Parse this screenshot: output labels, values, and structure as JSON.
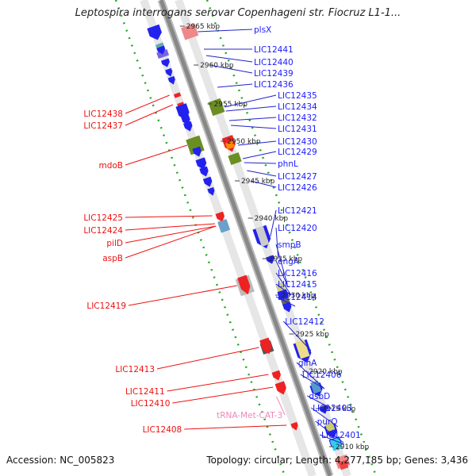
{
  "title": "Leptospira interrogans serovar Copenhageni str. Fiocruz L1-1...",
  "footer": {
    "accession": "Accession: NC_005823",
    "summary": "Topology: circular; Length: 4,277,185 bp; Genes: 3,436"
  },
  "colors": {
    "forward_gene": "#1a1aff",
    "reverse_gene": "#ee1111",
    "trna": "#ee88bb",
    "backbone": "#888888",
    "dotted_track": "#22aa22"
  },
  "ticks": [
    "2965 kbp",
    "2960 kbp",
    "2955 kbp",
    "2950 kbp",
    "2945 kbp",
    "2940 kbp",
    "2935 kbp",
    "2930 kbp",
    "2925 kbp",
    "2920 kbp",
    "2915 kbp",
    "2910 kbp"
  ],
  "forward_labels": [
    "plsX",
    "LIC12441",
    "LIC12440",
    "LIC12439",
    "LIC12436",
    "LIC12435",
    "LIC12434",
    "LIC12432",
    "LIC12431",
    "LIC12430",
    "LIC12429",
    "phnL",
    "LIC12427",
    "LIC12426",
    "LIC12421",
    "LIC12420",
    "smpB",
    "engA",
    "LIC12416",
    "LIC12415",
    "LIC12414",
    "LIC12412",
    "glnA",
    "LIC12406",
    "dsbD",
    "LIC12403",
    "purQ",
    "LIC12401"
  ],
  "reverse_labels": [
    "LIC12438",
    "LIC12437",
    "mdoB",
    "LIC12425",
    "LIC12424",
    "pilD",
    "aspB",
    "LIC12419",
    "LIC12413",
    "LIC12411",
    "LIC12410",
    "tRNA-Met-CAT-3",
    "LIC12408"
  ]
}
